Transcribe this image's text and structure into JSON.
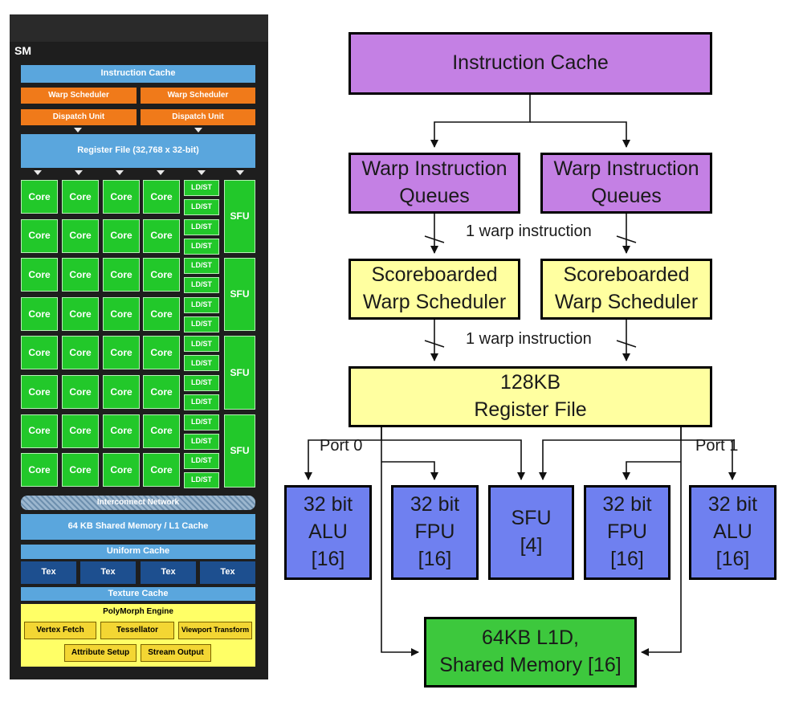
{
  "sm_panel": {
    "title": "SM",
    "instruction_cache": "Instruction Cache",
    "warp_schedulers": [
      "Warp Scheduler",
      "Warp Scheduler"
    ],
    "dispatch_units": [
      "Dispatch Unit",
      "Dispatch Unit"
    ],
    "register_file": "Register File (32,768 x 32-bit)",
    "core_label": "Core",
    "ldst_label": "LD/ST",
    "sfu_label": "SFU",
    "interconnect": "Interconnect Network",
    "shared_memory": "64 KB Shared Memory / L1 Cache",
    "uniform_cache": "Uniform Cache",
    "tex_units": [
      "Tex",
      "Tex",
      "Tex",
      "Tex"
    ],
    "texture_cache": "Texture Cache",
    "polymorph": {
      "title": "PolyMorph Engine",
      "vertex_fetch": "Vertex Fetch",
      "tessellator": "Tessellator",
      "viewport_transform": "Viewport Transform",
      "attribute_setup": "Attribute Setup",
      "stream_output": "Stream Output"
    },
    "colors": {
      "blue": "#5aa6dd",
      "orange": "#f07a1a",
      "green": "#22c82a",
      "navy": "#1d4f8f",
      "yellow": "#ffff66"
    }
  },
  "pipeline": {
    "instruction_cache": "Instruction Cache",
    "warp_queue": "Warp Instruction\nQueues",
    "scheduler": "Scoreboarded\nWarp Scheduler",
    "register_file": "128KB\nRegister File",
    "warp_instruction_label": "1 warp instruction",
    "port0": "Port 0",
    "port1": "Port 1",
    "units": [
      "32 bit\nALU\n[16]",
      "32 bit\nFPU\n[16]",
      "SFU\n[4]",
      "32 bit\nFPU\n[16]",
      "32 bit\nALU\n[16]"
    ],
    "l1d": "64KB L1D,\nShared Memory [16]",
    "colors": {
      "purple": "#c480e4",
      "yellow": "#ffffa0",
      "blue": "#6f80f0",
      "green": "#3dc83d"
    }
  }
}
